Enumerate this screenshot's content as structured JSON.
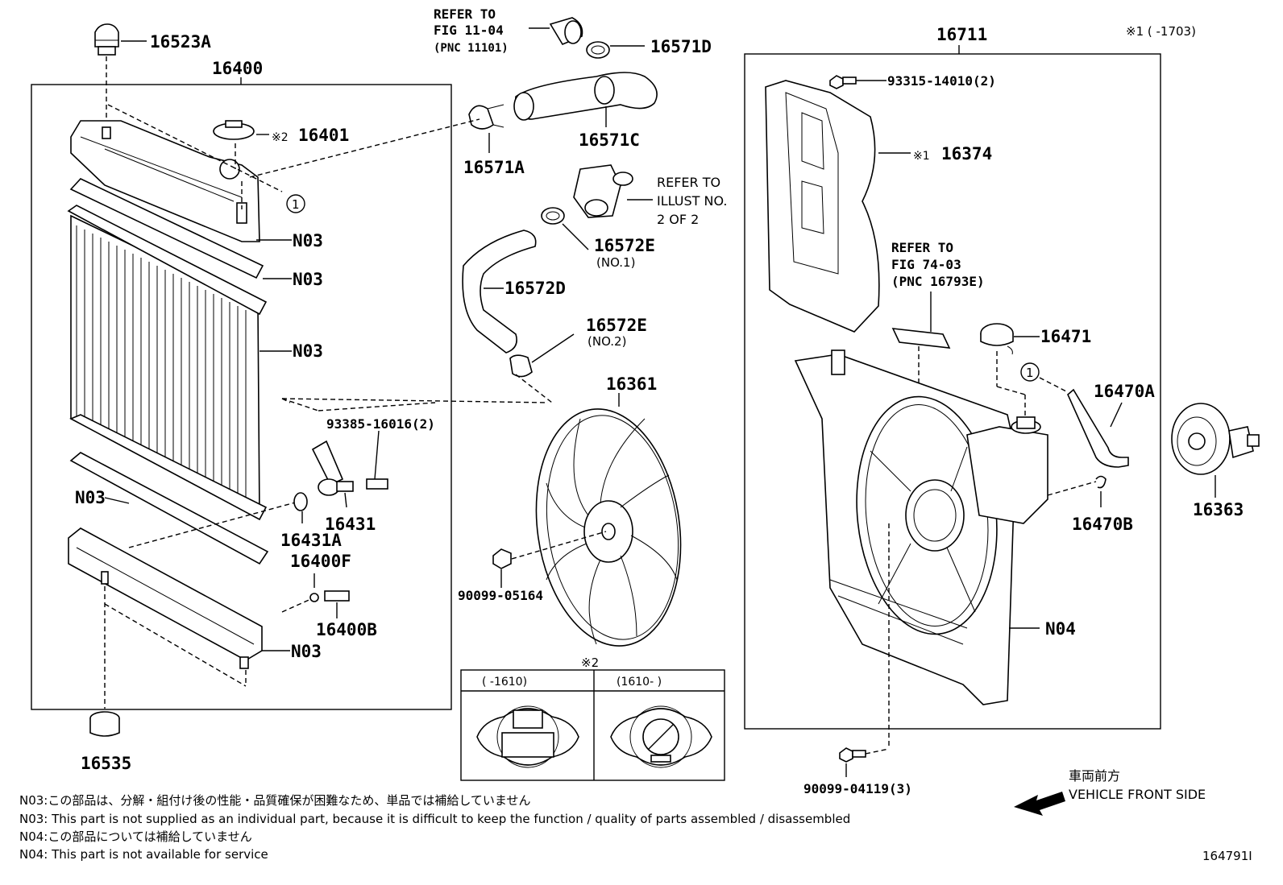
{
  "diagram_id": "164791I",
  "parts": {
    "p16523A": "16523A",
    "p16400": "16400",
    "p16401": "16401",
    "p16401_mark": "※2",
    "n03_1": "N03",
    "n03_2": "N03",
    "n03_3": "N03",
    "n03_4": "N03",
    "n03_5": "N03",
    "p93385": "93385-16016(2)",
    "p16431": "16431",
    "p16431A": "16431A",
    "p16400F": "16400F",
    "p16400B": "16400B",
    "p16535": "16535",
    "p16571D": "16571D",
    "p16571A": "16571A",
    "p16571C": "16571C",
    "p16572E_1": "16572E",
    "p16572E_1_sub": "(NO.1)",
    "p16572D": "16572D",
    "p16572E_2": "16572E",
    "p16572E_2_sub": "(NO.2)",
    "p16361": "16361",
    "p90099_05164": "90099-05164",
    "p16711": "16711",
    "p93315": "93315-14010(2)",
    "p16374": "16374",
    "p16374_mark": "※1",
    "p16471": "16471",
    "p16470A": "16470A",
    "p16470B": "16470B",
    "p16363": "16363",
    "n04": "N04",
    "p90099_04119": "90099-04119(3)"
  },
  "refs": {
    "fig1104_l1": "REFER TO",
    "fig1104_l2": "FIG 11-04",
    "fig1104_l3": "(PNC 11101)",
    "illust_l1": "REFER TO",
    "illust_l2": "ILLUST NO.",
    "illust_l3": "2 OF 2",
    "fig7403_l1": "REFER TO",
    "fig7403_l2": "FIG 74-03",
    "fig7403_l3": "(PNC 16793E)"
  },
  "circle_ref": "1",
  "note1": "※1 (      -1703)",
  "cap_table": {
    "title": "※2",
    "col1": "(      -1610)",
    "col2": "(1610-      )"
  },
  "front": {
    "jp": "車両前方",
    "en": "VEHICLE FRONT SIDE"
  },
  "footnotes": [
    "N03:この部品は、分解・組付け後の性能・品質確保が困難なため、単品では補給していません",
    "N03: This part is not supplied as an individual part, because it is difficult to keep the function / quality of parts assembled / disassembled",
    "N04:この部品については補給していません",
    "N04: This part is not available for service"
  ]
}
